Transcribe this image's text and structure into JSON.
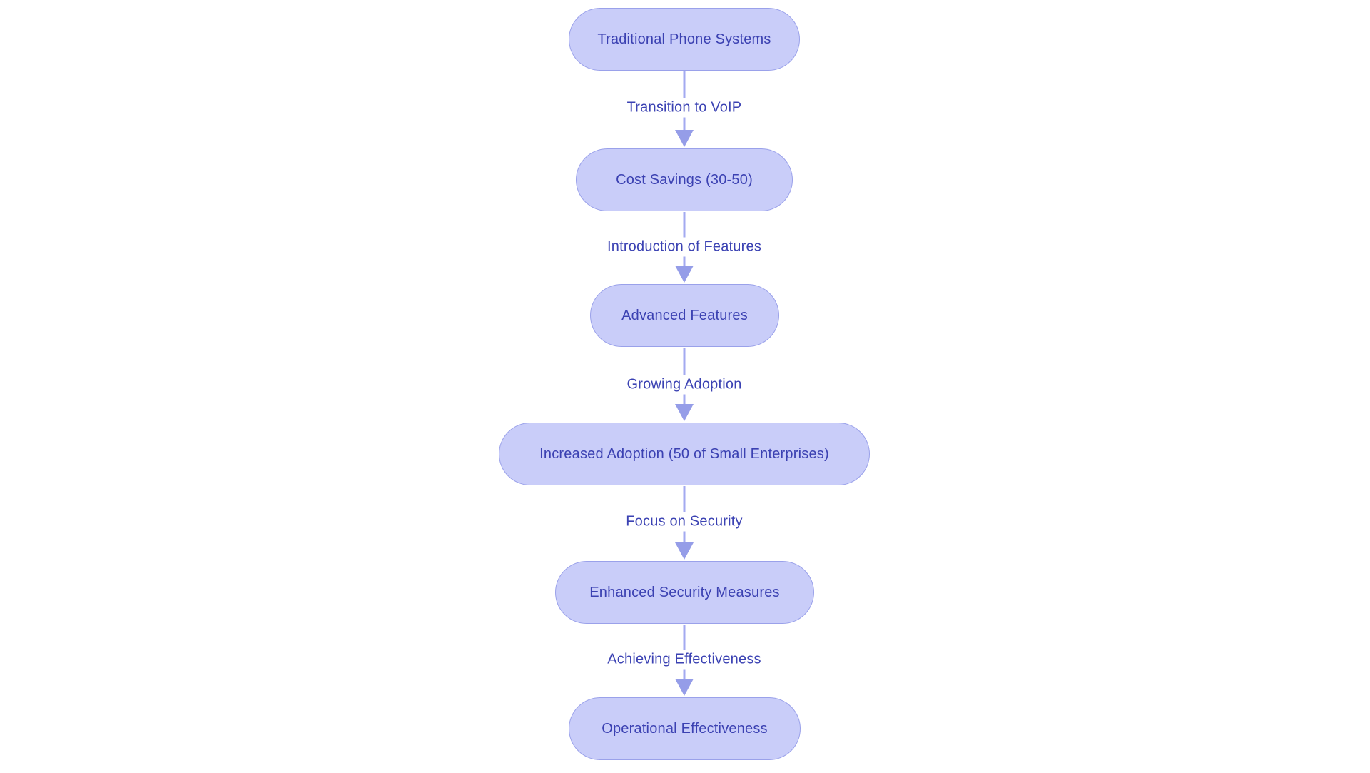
{
  "diagram": {
    "type": "flowchart",
    "direction": "top-down",
    "background": "#ffffff",
    "nodes": [
      {
        "id": "n1",
        "label": "Traditional Phone Systems"
      },
      {
        "id": "n2",
        "label": "Cost Savings (30-50)"
      },
      {
        "id": "n3",
        "label": "Advanced Features"
      },
      {
        "id": "n4",
        "label": "Increased Adoption (50 of Small Enterprises)"
      },
      {
        "id": "n5",
        "label": "Enhanced Security Measures"
      },
      {
        "id": "n6",
        "label": "Operational Effectiveness"
      }
    ],
    "edges": [
      {
        "from": "n1",
        "to": "n2",
        "label": "Transition to VoIP"
      },
      {
        "from": "n2",
        "to": "n3",
        "label": "Introduction of Features"
      },
      {
        "from": "n3",
        "to": "n4",
        "label": "Growing Adoption"
      },
      {
        "from": "n4",
        "to": "n5",
        "label": "Focus on Security"
      },
      {
        "from": "n5",
        "to": "n6",
        "label": "Achieving Effectiveness"
      }
    ],
    "colors": {
      "node_fill": "#c9cdf9",
      "node_border": "#9aa1ea",
      "node_text": "#3b41b2",
      "edge_line": "#a3aaf0",
      "arrowhead": "#959de8",
      "edge_label_text": "#3b42b3"
    }
  }
}
